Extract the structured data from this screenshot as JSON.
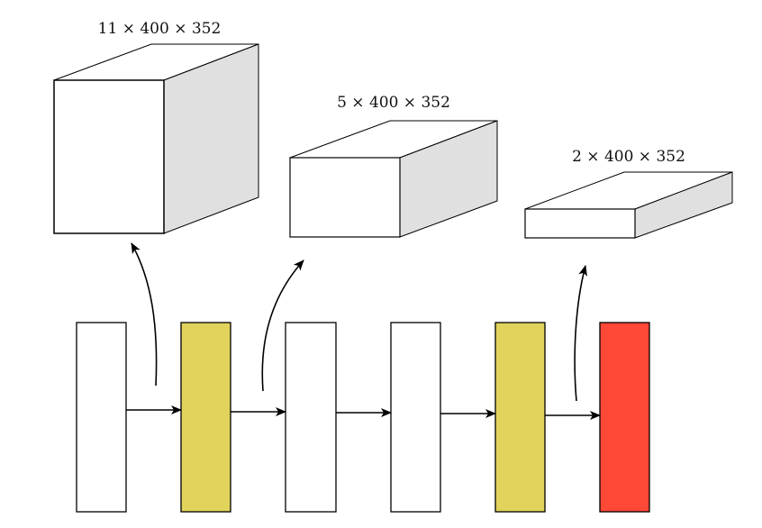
{
  "diagram": {
    "type": "neural-network-layer-flow",
    "colors": {
      "plain_block": "#ffffff",
      "highlight_block": "#e1d35b",
      "output_block": "#ff4836",
      "side_face": "#e0e0e0",
      "stroke": "#000000"
    },
    "tensors": [
      {
        "label": "11 × 400 × 352"
      },
      {
        "label": "5 × 400 × 352"
      },
      {
        "label": "2 × 400 × 352"
      }
    ],
    "layers": [
      {
        "kind": "plain"
      },
      {
        "kind": "highlight"
      },
      {
        "kind": "plain"
      },
      {
        "kind": "plain"
      },
      {
        "kind": "highlight"
      },
      {
        "kind": "output"
      }
    ]
  }
}
